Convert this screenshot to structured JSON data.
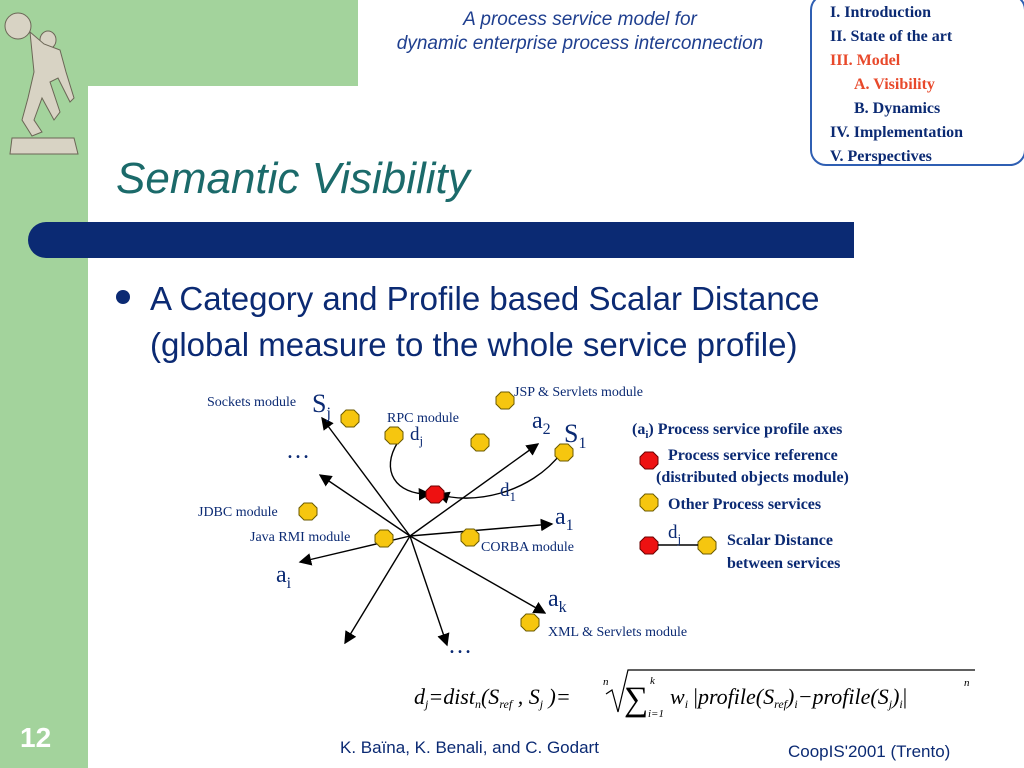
{
  "header": {
    "title_line1": "A process service model for",
    "title_line2": "dynamic enterprise process interconnection"
  },
  "outline": {
    "items": [
      {
        "label": "I. Introduction",
        "active": false
      },
      {
        "label": "II. State of the art",
        "active": false
      },
      {
        "label": "III. Model",
        "active": true
      },
      {
        "label": "A. Visibility",
        "active": true
      },
      {
        "label": "B. Dynamics",
        "active": false
      },
      {
        "label": "IV. Implementation",
        "active": false
      },
      {
        "label": "V. Perspectives",
        "active": false
      }
    ]
  },
  "slide": {
    "title": "Semantic Visibility",
    "bullet_line1": "A Category and Profile based Scalar Distance",
    "bullet_line2": "(global measure to the whole service profile)"
  },
  "diagram": {
    "modules": {
      "sockets": "Sockets module",
      "jsp": "JSP & Servlets module",
      "rpc": "RPC module",
      "jdbc": "JDBC module",
      "java_rmi": "Java RMI module",
      "corba": "CORBA module",
      "xml": "XML & Servlets module"
    },
    "labels": {
      "sj": "S",
      "sj_sub": "j",
      "s1": "S",
      "s1_sub": "1",
      "a2": "a",
      "a2_sub": "2",
      "a1": "a",
      "a1_sub": "1",
      "ai": "a",
      "ai_sub": "i",
      "ak": "a",
      "ak_sub": "k",
      "dj": "d",
      "dj_sub": "j",
      "d1": "d",
      "d1_sub": "1",
      "ellipsis_top": "…",
      "ellipsis_bottom": "…"
    },
    "legend": {
      "axes_a": "(a",
      "axes_sub": "i",
      "axes_rest": ") Process service profile axes",
      "ref_line1": "Process service reference",
      "ref_line2": "(distributed objects module)",
      "other": "Other Process services",
      "dj": "d",
      "dj_sub": "j",
      "scalar_line1": "Scalar Distance",
      "scalar_line2": "between services"
    },
    "colors": {
      "service_fill": "#f6c60f",
      "reference_fill": "#ee1111",
      "axis_color": "#000000"
    },
    "formula": {
      "lhs": "d",
      "lhs_sub": "j",
      "eq1": "=dist",
      "n_sub": "n",
      "args": "(S",
      "ref": "ref",
      "comma": " , S",
      "j": "j",
      "close": " )=",
      "n_root": "n",
      "k": "k",
      "i1": "i=1",
      "w": "w",
      "i": "i",
      "profile": "profile",
      "pS": "(S",
      "pref": "ref",
      "pclose": ")",
      "minus": "−profile",
      "pSj": "(S",
      "pj": "j",
      "n_pow": "n"
    }
  },
  "footer": {
    "slide_number": "12",
    "authors": "K. Baïna, K. Benali, and C. Godart",
    "conference": "CoopIS'2001 (Trento)"
  }
}
